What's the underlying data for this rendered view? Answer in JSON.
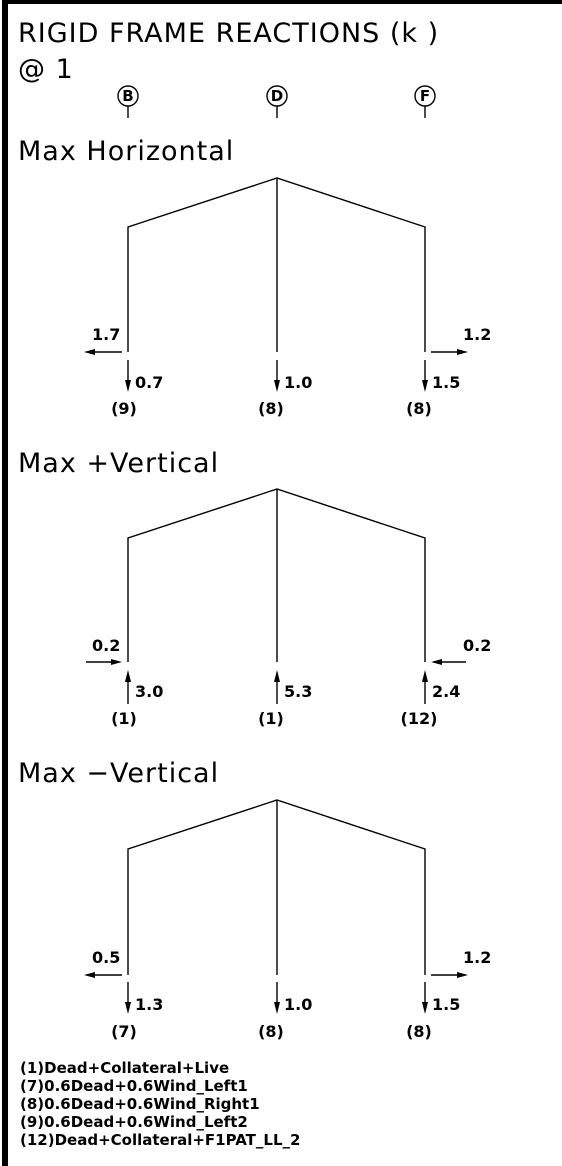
{
  "title_line1": "RIGID FRAME REACTIONS (k )",
  "title_line2": "@ 1",
  "grid_lines": [
    "B",
    "D",
    "F"
  ],
  "sections": [
    {
      "heading": "Max Horizontal",
      "left": {
        "h": "1.7",
        "h_dir": "left",
        "v": "0.7",
        "v_dir": "down",
        "combo": "(9)"
      },
      "center": {
        "v": "1.0",
        "v_dir": "down",
        "combo": "(8)"
      },
      "right": {
        "h": "1.2",
        "h_dir": "right",
        "v": "1.5",
        "v_dir": "down",
        "combo": "(8)"
      }
    },
    {
      "heading": "Max +Vertical",
      "left": {
        "h": "0.2",
        "h_dir": "right",
        "v": "3.0",
        "v_dir": "up",
        "combo": "(1)"
      },
      "center": {
        "v": "5.3",
        "v_dir": "up",
        "combo": "(1)"
      },
      "right": {
        "h": "0.2",
        "h_dir": "left",
        "v": "2.4",
        "v_dir": "up",
        "combo": "(12)"
      }
    },
    {
      "heading": "Max −Vertical",
      "left": {
        "h": "0.5",
        "h_dir": "left",
        "v": "1.3",
        "v_dir": "down",
        "combo": "(7)"
      },
      "center": {
        "v": "1.0",
        "v_dir": "down",
        "combo": "(8)"
      },
      "right": {
        "h": "1.2",
        "h_dir": "right",
        "v": "1.5",
        "v_dir": "down",
        "combo": "(8)"
      }
    }
  ],
  "legend": [
    "(1)Dead+Collateral+Live",
    "(7)0.6Dead+0.6Wind_Left1",
    "(8)0.6Dead+0.6Wind_Right1",
    "(9)0.6Dead+0.6Wind_Left2",
    "(12)Dead+Collateral+F1PAT_LL_2"
  ]
}
